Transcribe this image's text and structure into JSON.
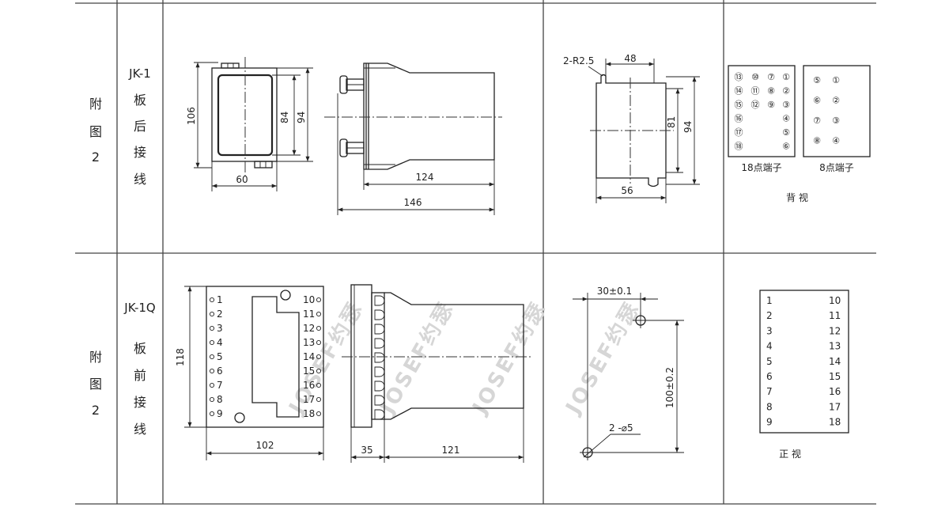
{
  "watermark": "JOSEF约瑟",
  "rows": [
    {
      "title_chars": [
        "附",
        "图",
        "2"
      ],
      "model": "JK-1",
      "wiring_chars": [
        "板",
        "后",
        "接",
        "线"
      ],
      "dims": {
        "side_height": "106",
        "inner_height_a": "84",
        "inner_height_b": "94",
        "width": "60",
        "depth_a": "124",
        "depth_b": "146",
        "cutout_radius": "2-R2.5",
        "cutout_width": "48",
        "cutout_height_a": "81",
        "cutout_height_b": "94",
        "cutout_bottom": "56"
      },
      "terminals18": {
        "rows": [
          [
            "⑬",
            "⑩",
            "⑦",
            "①"
          ],
          [
            "⑭",
            "⑪",
            "⑧",
            "②"
          ],
          [
            "⑮",
            "⑫",
            "⑨",
            "③"
          ],
          [
            "⑯",
            "",
            "",
            "④"
          ],
          [
            "⑰",
            "",
            "",
            "⑤"
          ],
          [
            "⑱",
            "",
            "",
            "⑥"
          ]
        ],
        "caption": "18点端子"
      },
      "terminals8": {
        "rows": [
          [
            "⑤",
            "①"
          ],
          [
            "⑥",
            "②"
          ],
          [
            "⑦",
            "③"
          ],
          [
            "⑧",
            "④"
          ]
        ],
        "caption": "8点端子"
      },
      "view_caption": "背 视"
    },
    {
      "title_chars": [
        "附",
        "图",
        "2"
      ],
      "model": "JK-1Q",
      "wiring_chars": [
        "板",
        "前",
        "接",
        "线"
      ],
      "dims": {
        "height": "118",
        "width": "102",
        "depth_a": "35",
        "depth_b": "121",
        "hole_spacing_h": "30±0.1",
        "hole_spacing_v": "100±0.2",
        "hole_dia": "2 -⌀5"
      },
      "left_terminals": [
        "1",
        "2",
        "3",
        "4",
        "5",
        "6",
        "7",
        "8",
        "9"
      ],
      "right_terminals": [
        "10",
        "11",
        "12",
        "13",
        "14",
        "15",
        "16",
        "17",
        "18"
      ],
      "front_table": {
        "left": [
          "1",
          "2",
          "3",
          "4",
          "5",
          "6",
          "7",
          "8",
          "9"
        ],
        "right": [
          "10",
          "11",
          "12",
          "13",
          "14",
          "15",
          "16",
          "17",
          "18"
        ]
      },
      "view_caption": "正 视"
    }
  ]
}
